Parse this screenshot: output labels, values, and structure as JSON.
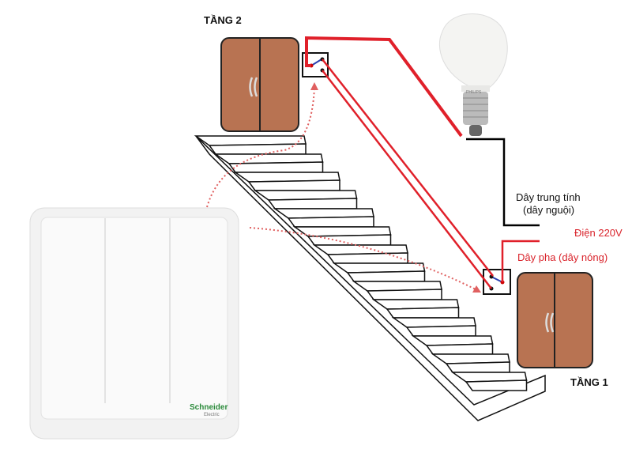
{
  "labels": {
    "floor2": "TẦNG 2",
    "floor1": "TẦNG 1",
    "neutral_line1": "Dây trung tính",
    "neutral_line2": "(dây nguội)",
    "voltage": "Điện 220V",
    "phase": "Dây pha (dây nóng)"
  },
  "bulb_brand": "PHILIPS",
  "switch_brand": "Schneider",
  "switch_brand_sub": "Electric",
  "colors": {
    "wire": "#e0202a",
    "door": "#b87352",
    "neutral": "#000000",
    "arrow": "#e06060"
  },
  "stair_steps": 14
}
